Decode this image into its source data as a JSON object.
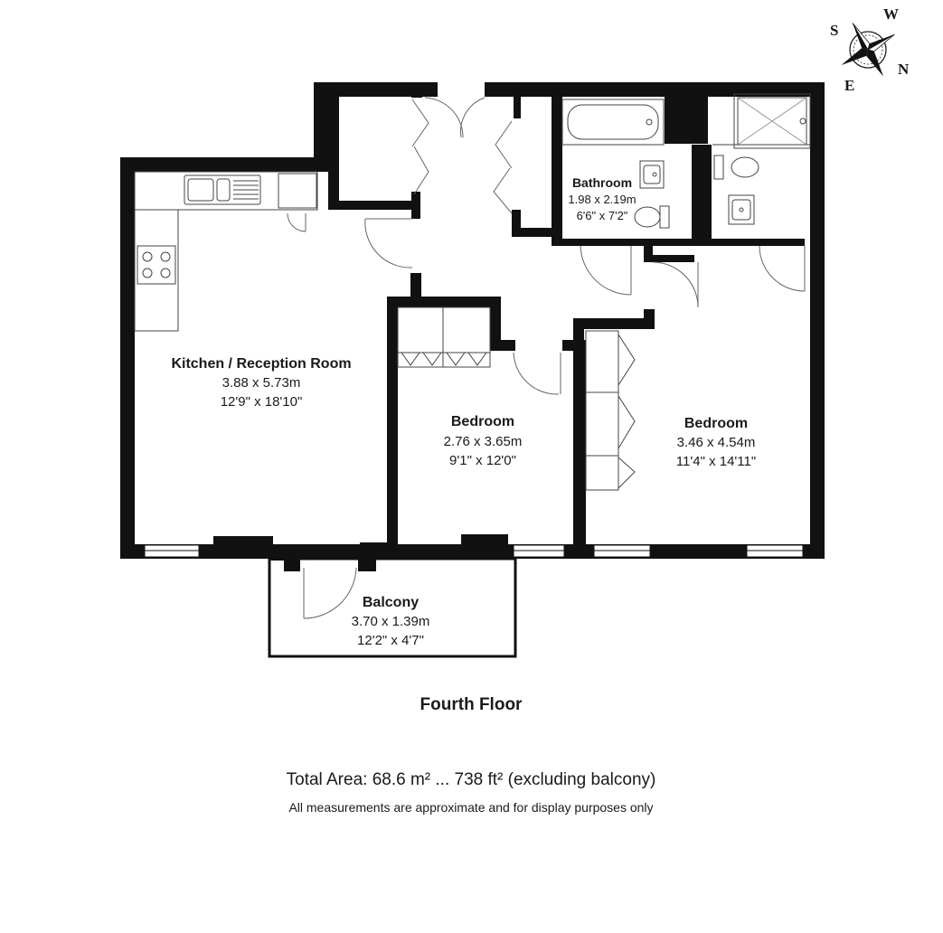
{
  "compass": {
    "s": "S",
    "w": "W",
    "n": "N",
    "e": "E"
  },
  "rooms": {
    "kitchen": {
      "name": "Kitchen / Reception Room",
      "metric": "3.88 x 5.73m",
      "imperial": "12'9\" x 18'10\""
    },
    "bathroom": {
      "name": "Bathroom",
      "metric": "1.98 x 2.19m",
      "imperial": "6'6\" x 7'2\""
    },
    "bedroom_1": {
      "name": "Bedroom",
      "metric": "2.76 x 3.65m",
      "imperial": "9'1\" x 12'0\""
    },
    "bedroom_2": {
      "name": "Bedroom",
      "metric": "3.46 x 4.54m",
      "imperial": "11'4\" x 14'11\""
    },
    "balcony": {
      "name": "Balcony",
      "metric": "3.70 x 1.39m",
      "imperial": "12'2\" x 4'7\""
    }
  },
  "floor_label": "Fourth Floor",
  "total_area": "Total Area: 68.6 m² ... 738 ft² (excluding balcony)",
  "disclaimer": "All measurements are approximate and for display purposes only"
}
